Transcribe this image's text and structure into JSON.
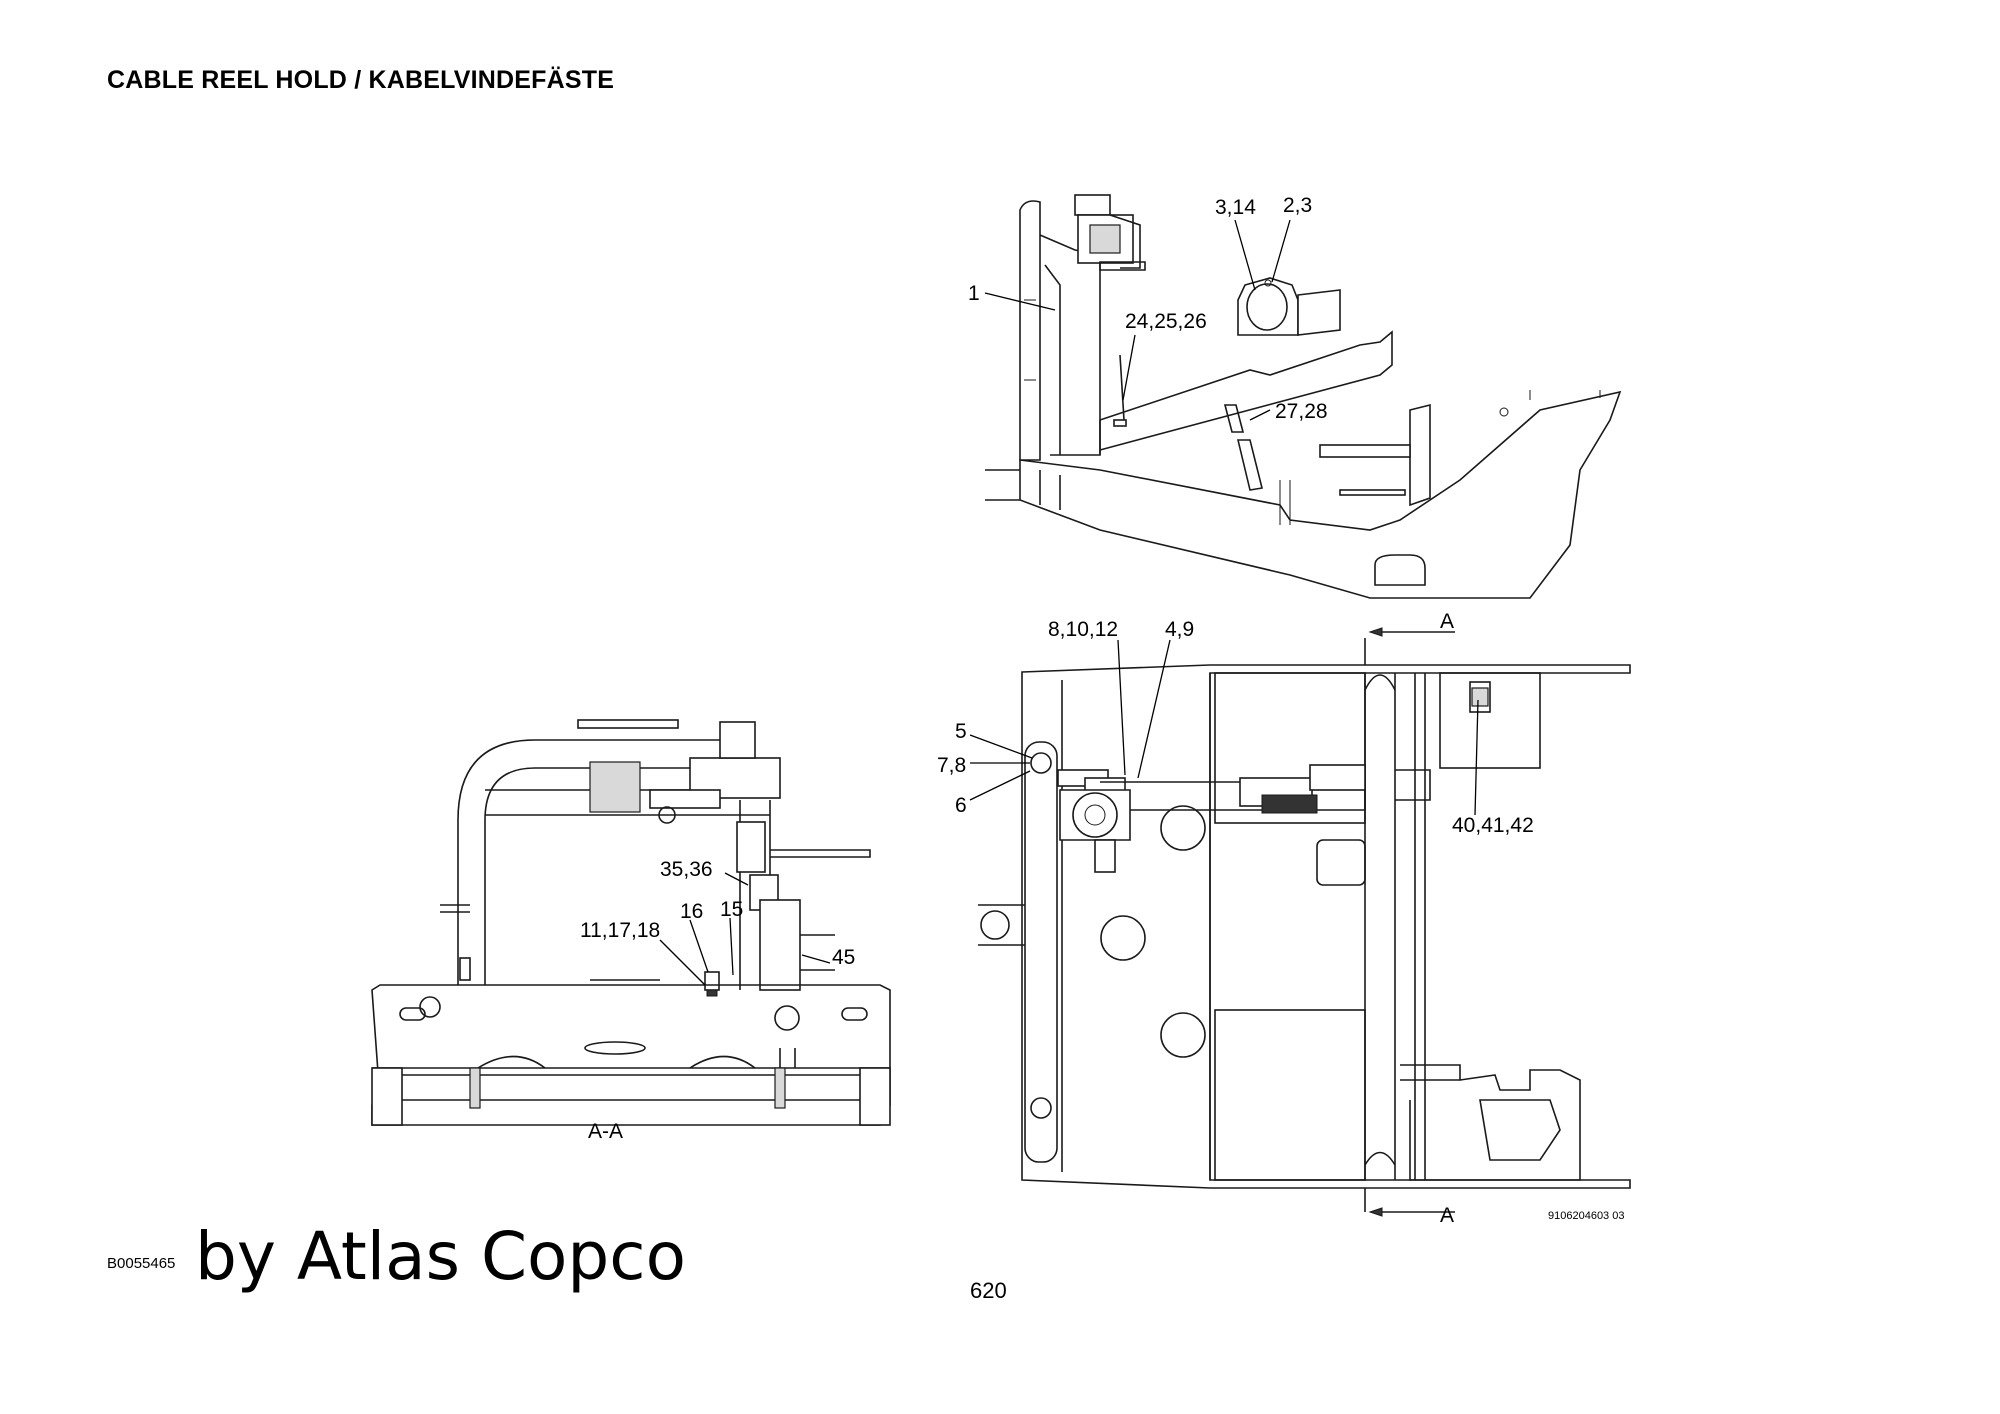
{
  "page": {
    "title": "CABLE REEL HOLD / KABELVINDEFÄSTE",
    "doc_id": "B0055465",
    "watermark": "by Atlas Copco",
    "page_number": "620",
    "drawing_number": "9106204603 03"
  },
  "callouts": {
    "top_view": [
      "3,14",
      "2,3",
      "1",
      "24,25,26",
      "27,28"
    ],
    "plan_view": [
      "8,10,12",
      "4,9",
      "5",
      "7,8",
      "6",
      "40,41,42"
    ],
    "section_view": [
      "35,36",
      "16",
      "15",
      "11,17,18",
      "45"
    ]
  },
  "section": {
    "marker_top": "A",
    "marker_bottom": "A",
    "label": "A-A"
  }
}
